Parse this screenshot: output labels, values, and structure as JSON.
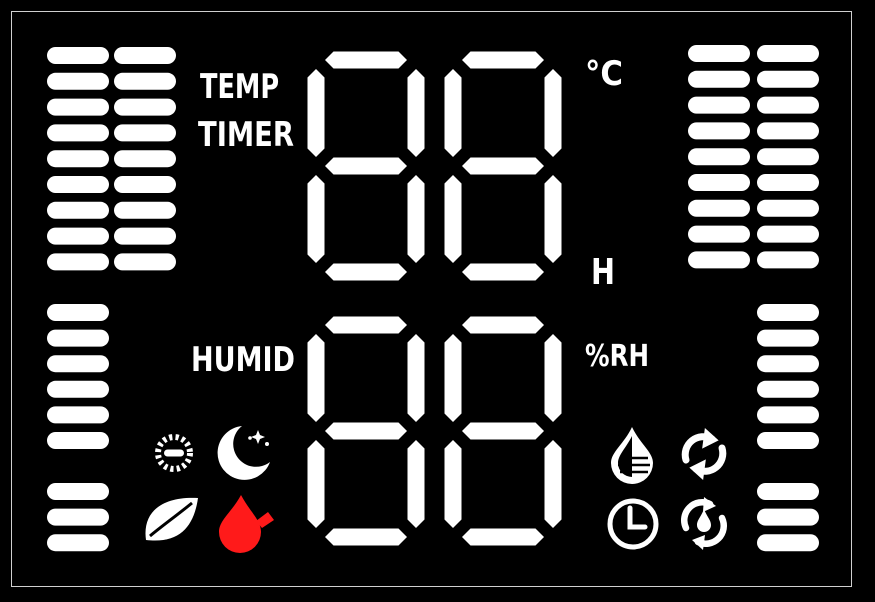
{
  "labels": {
    "temp": "TEMP",
    "timer": "TIMER",
    "humid": "HUMID",
    "celsius": "°C",
    "hours": "H",
    "rh": "%RH"
  },
  "icons": [
    {
      "name": "fan-speed-icon",
      "color": "#ffffff"
    },
    {
      "name": "sleep-moon-icon",
      "color": "#ffffff"
    },
    {
      "name": "eco-leaf-icon",
      "color": "#ffffff"
    },
    {
      "name": "water-drop-icon",
      "color": "#ff1a1a"
    },
    {
      "name": "humidity-drop-icon",
      "color": "#ffffff"
    },
    {
      "name": "refresh-cycle-icon",
      "color": "#ffffff"
    },
    {
      "name": "clock-icon",
      "color": "#ffffff"
    },
    {
      "name": "drop-cycle-icon",
      "color": "#ffffff"
    }
  ],
  "colors": {
    "background": "#000000",
    "segment": "#ffffff",
    "accent": "#ff1a1a",
    "frame": "#d0d0d0"
  }
}
